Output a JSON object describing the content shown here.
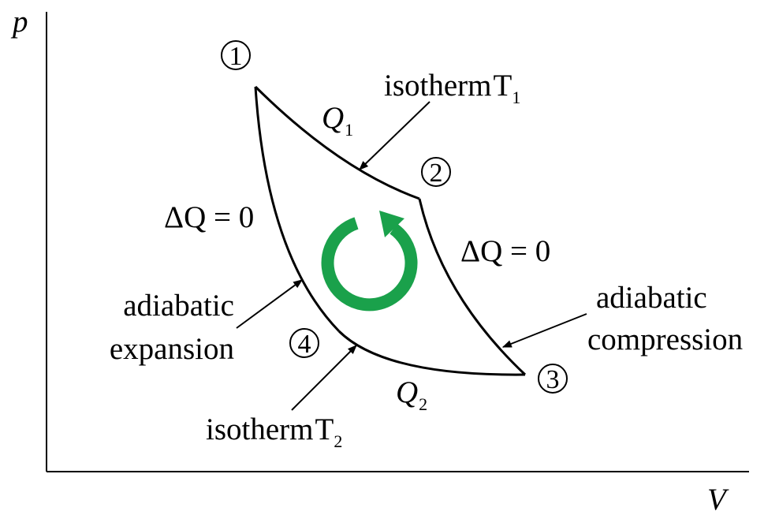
{
  "axes": {
    "y_label": "p",
    "x_label": "V"
  },
  "states": {
    "s1": "1",
    "s2": "2",
    "s3": "3",
    "s4": "4"
  },
  "heat": {
    "q1_letter": "Q",
    "q1_sub": "1",
    "q2_letter": "Q",
    "q2_sub": "2",
    "dq_left": "ΔQ = 0",
    "dq_right": "ΔQ = 0"
  },
  "annotations": {
    "isotherm_t1_word": "isotherm",
    "isotherm_t1_T": "T",
    "isotherm_t1_sub": "1",
    "isotherm_t2_word": "isotherm",
    "isotherm_t2_T": "T",
    "isotherm_t2_sub": "2",
    "adiabatic_expansion_line1": "adiabatic",
    "adiabatic_expansion_line2": "expansion",
    "adiabatic_compression_line1": "adiabatic",
    "adiabatic_compression_line2": "compression"
  },
  "colors": {
    "cycle_arrow": "#1aa14b",
    "lines": "#000000"
  },
  "icons": {
    "cycle": "clockwise-cycle-arrow-icon"
  }
}
